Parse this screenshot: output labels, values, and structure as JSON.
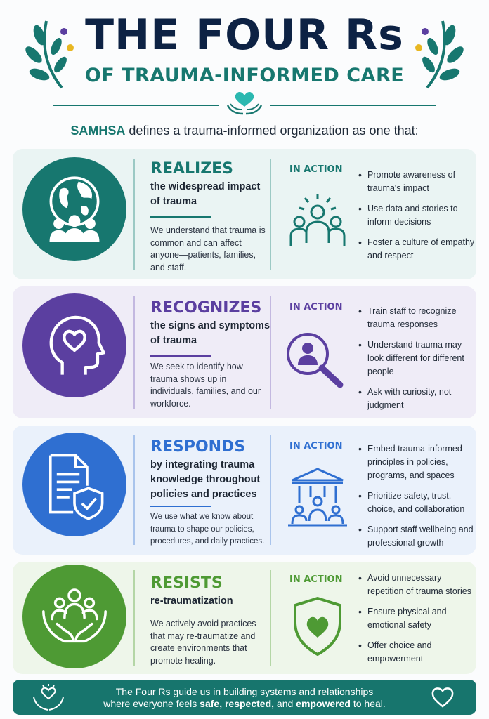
{
  "header": {
    "title": "THE FOUR Rs",
    "subtitle": "OF TRAUMA-INFORMED CARE",
    "intro_brand": "SAMHSA",
    "intro_rest": " defines a trauma-informed organization as one that:"
  },
  "colors": {
    "teal": "#17776f",
    "purple": "#5b3fa0",
    "blue": "#2f6fd1",
    "green": "#4e9a34",
    "navy": "#0d2244"
  },
  "sections": [
    {
      "title": "REALIZES",
      "subtitle": "the widespread impact of trauma",
      "description": "We understand that trauma is common and can affect anyone—patients, families, and staff.",
      "in_action_label": "IN ACTION",
      "badge_icon": "globe-people-icon",
      "action_icon": "group-people-icon",
      "bullets": [
        "Promote awareness of trauma's impact",
        "Use data and stories to inform decisions",
        "Foster a culture of empathy and respect"
      ]
    },
    {
      "title": "RECOGNIZES",
      "subtitle": "the signs and symptoms of trauma",
      "description": "We seek to identify how trauma shows up in individuals, families, and our workforce.",
      "in_action_label": "IN ACTION",
      "badge_icon": "head-heart-icon",
      "action_icon": "magnifier-person-icon",
      "bullets": [
        "Train staff to recognize trauma responses",
        "Understand trauma may look different for different people",
        "Ask with curiosity, not judgment"
      ]
    },
    {
      "title": "RESPONDS",
      "subtitle": "by integrating trauma knowledge throughout policies and practices",
      "description": "We use what we know about trauma to shape our policies, procedures, and daily practices.",
      "in_action_label": "IN ACTION",
      "badge_icon": "document-shield-icon",
      "action_icon": "institution-people-icon",
      "bullets": [
        "Embed trauma-informed principles in policies, programs, and spaces",
        "Prioritize safety, trust, choice, and collaboration",
        "Support staff wellbeing and professional growth"
      ]
    },
    {
      "title": "RESISTS",
      "subtitle": "re-traumatization",
      "description": "We actively avoid practices that may re-traumatize and create environments that promote healing.",
      "in_action_label": "IN ACTION",
      "badge_icon": "hands-people-icon",
      "action_icon": "shield-heart-icon",
      "bullets": [
        "Avoid unnecessary repetition of trauma stories",
        "Ensure physical and emotional safety",
        "Offer choice and empowerment"
      ]
    }
  ],
  "footer": {
    "line1": "The Four Rs guide us in building systems and relationships",
    "line2_a": "where everyone feels ",
    "line2_b": "safe, respected,",
    "line2_c": " and ",
    "line2_d": "empowered",
    "line2_e": " to heal."
  }
}
